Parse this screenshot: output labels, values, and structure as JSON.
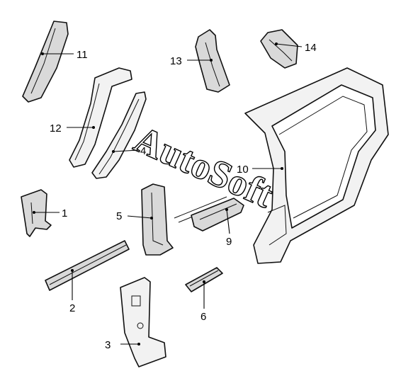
{
  "watermark": "AutoSoft",
  "callouts": [
    {
      "id": "1",
      "label": "1"
    },
    {
      "id": "2",
      "label": "2"
    },
    {
      "id": "3",
      "label": "3"
    },
    {
      "id": "4",
      "label": "4"
    },
    {
      "id": "5",
      "label": "5"
    },
    {
      "id": "6",
      "label": "6"
    },
    {
      "id": "9",
      "label": "9"
    },
    {
      "id": "10",
      "label": "10"
    },
    {
      "id": "11",
      "label": "11"
    },
    {
      "id": "12",
      "label": "12"
    },
    {
      "id": "13",
      "label": "13"
    },
    {
      "id": "14",
      "label": "14"
    }
  ]
}
